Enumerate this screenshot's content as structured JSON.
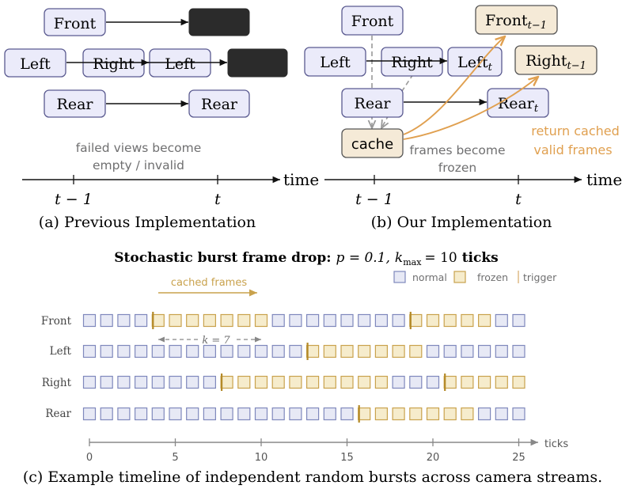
{
  "colors": {
    "box_fill": "#ebebfa",
    "box_stroke": "#5a5a90",
    "dark_fill": "#2b2b2b",
    "cached_fill": "#f5ead7",
    "cached_stroke": "#555555",
    "orange": "#e0a050",
    "gray_text": "#6f6f70",
    "normal_fill": "#e7e9f5",
    "normal_stroke": "#7f88bc",
    "frozen_fill": "#f6eccc",
    "frozen_stroke": "#c9a24d",
    "trigger": "#b48a28",
    "axis_gray": "#888888"
  },
  "panel_a": {
    "caption": "(a) Previous Implementation",
    "boxes": {
      "front": "Front",
      "left": "Left",
      "right": "Right",
      "left2": "Left",
      "rear": "Rear",
      "rear_out": "Rear"
    },
    "note_line1": "failed views become",
    "note_line2": "empty / invalid",
    "tick_tm1": "t − 1",
    "tick_t": "t",
    "time_label": "time"
  },
  "panel_b": {
    "caption": "(b) Our Implementation",
    "boxes": {
      "front": "Front",
      "left": "Left",
      "right": "Right",
      "left_t": "Left",
      "rear": "Rear",
      "rear_t": "Rear",
      "cache": "cache",
      "front_tm1": "Front",
      "right_tm1": "Right"
    },
    "subscripts": {
      "t": "t",
      "tm1": "t−1"
    },
    "frozen_line1": "frames become",
    "frozen_line2": "frozen",
    "return_line1": "return cached",
    "return_line2": "valid frames",
    "tick_tm1": "t − 1",
    "tick_t": "t",
    "time_label": "time"
  },
  "panel_c": {
    "title_bold": "Stochastic burst frame drop:",
    "title_p": "p = 0.1,",
    "title_k": "k",
    "title_k_sub": "max",
    "title_k_val": "= 10",
    "title_ticks": "ticks",
    "legend": {
      "normal": "normal",
      "frozen": "frozen",
      "trigger": "trigger"
    },
    "cached_label": "cached frames",
    "k_label": "k = 7",
    "axis_label": "ticks",
    "caption": "(c) Example timeline of independent random bursts across camera streams."
  },
  "chart_data": {
    "type": "timeline",
    "x_ticks": [
      0,
      5,
      10,
      15,
      20,
      25
    ],
    "xlim": [
      0,
      25
    ],
    "xlabel": "ticks",
    "rows": [
      {
        "name": "Front",
        "frozen": [
          4,
          5,
          6,
          7,
          8,
          9,
          10,
          19,
          20,
          21,
          22,
          23
        ],
        "triggers": [
          4,
          19
        ]
      },
      {
        "name": "Left",
        "frozen": [
          13,
          14,
          15,
          16,
          17,
          18,
          19
        ],
        "triggers": [
          13
        ]
      },
      {
        "name": "Right",
        "frozen": [
          8,
          9,
          10,
          11,
          12,
          13,
          14,
          15,
          16,
          17,
          21,
          22,
          23,
          24,
          25
        ],
        "triggers": [
          8,
          21
        ]
      },
      {
        "name": "Rear",
        "frozen": [
          16,
          17,
          18,
          19,
          20,
          21,
          22
        ],
        "triggers": [
          16
        ]
      }
    ]
  }
}
